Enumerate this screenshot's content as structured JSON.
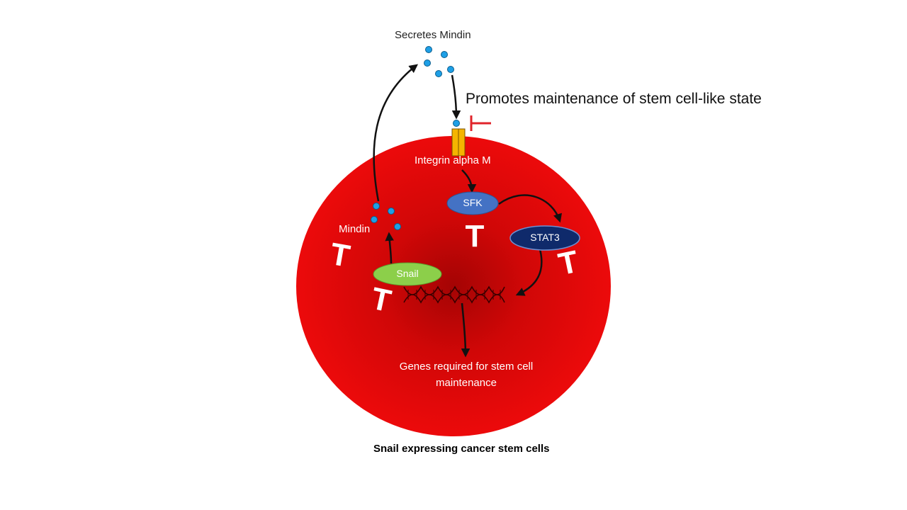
{
  "labels": {
    "secretes_mindin": "Secretes Mindin",
    "promotes": "Promotes maintenance of stem cell-like state",
    "integrin": "Integrin alpha M",
    "mindin": "Mindin",
    "genes": "Genes required for stem cell maintenance",
    "caption": "Snail expressing cancer stem cells"
  },
  "nodes": {
    "sfk": "SFK",
    "stat3": "STAT3",
    "snail": "Snail"
  },
  "inhibitor_glyph": "T",
  "colors": {
    "cell": "#e8080a",
    "cell_center": "#a80404",
    "mindin_dot": "#1e9fe6",
    "integrin": "#f5b400",
    "sfk": "#4472c4",
    "stat3": "#0f2a6b",
    "snail": "#8ccf4a",
    "inhibitor": "#e0242b",
    "arrow": "#111111",
    "dna": "#3a0000"
  }
}
